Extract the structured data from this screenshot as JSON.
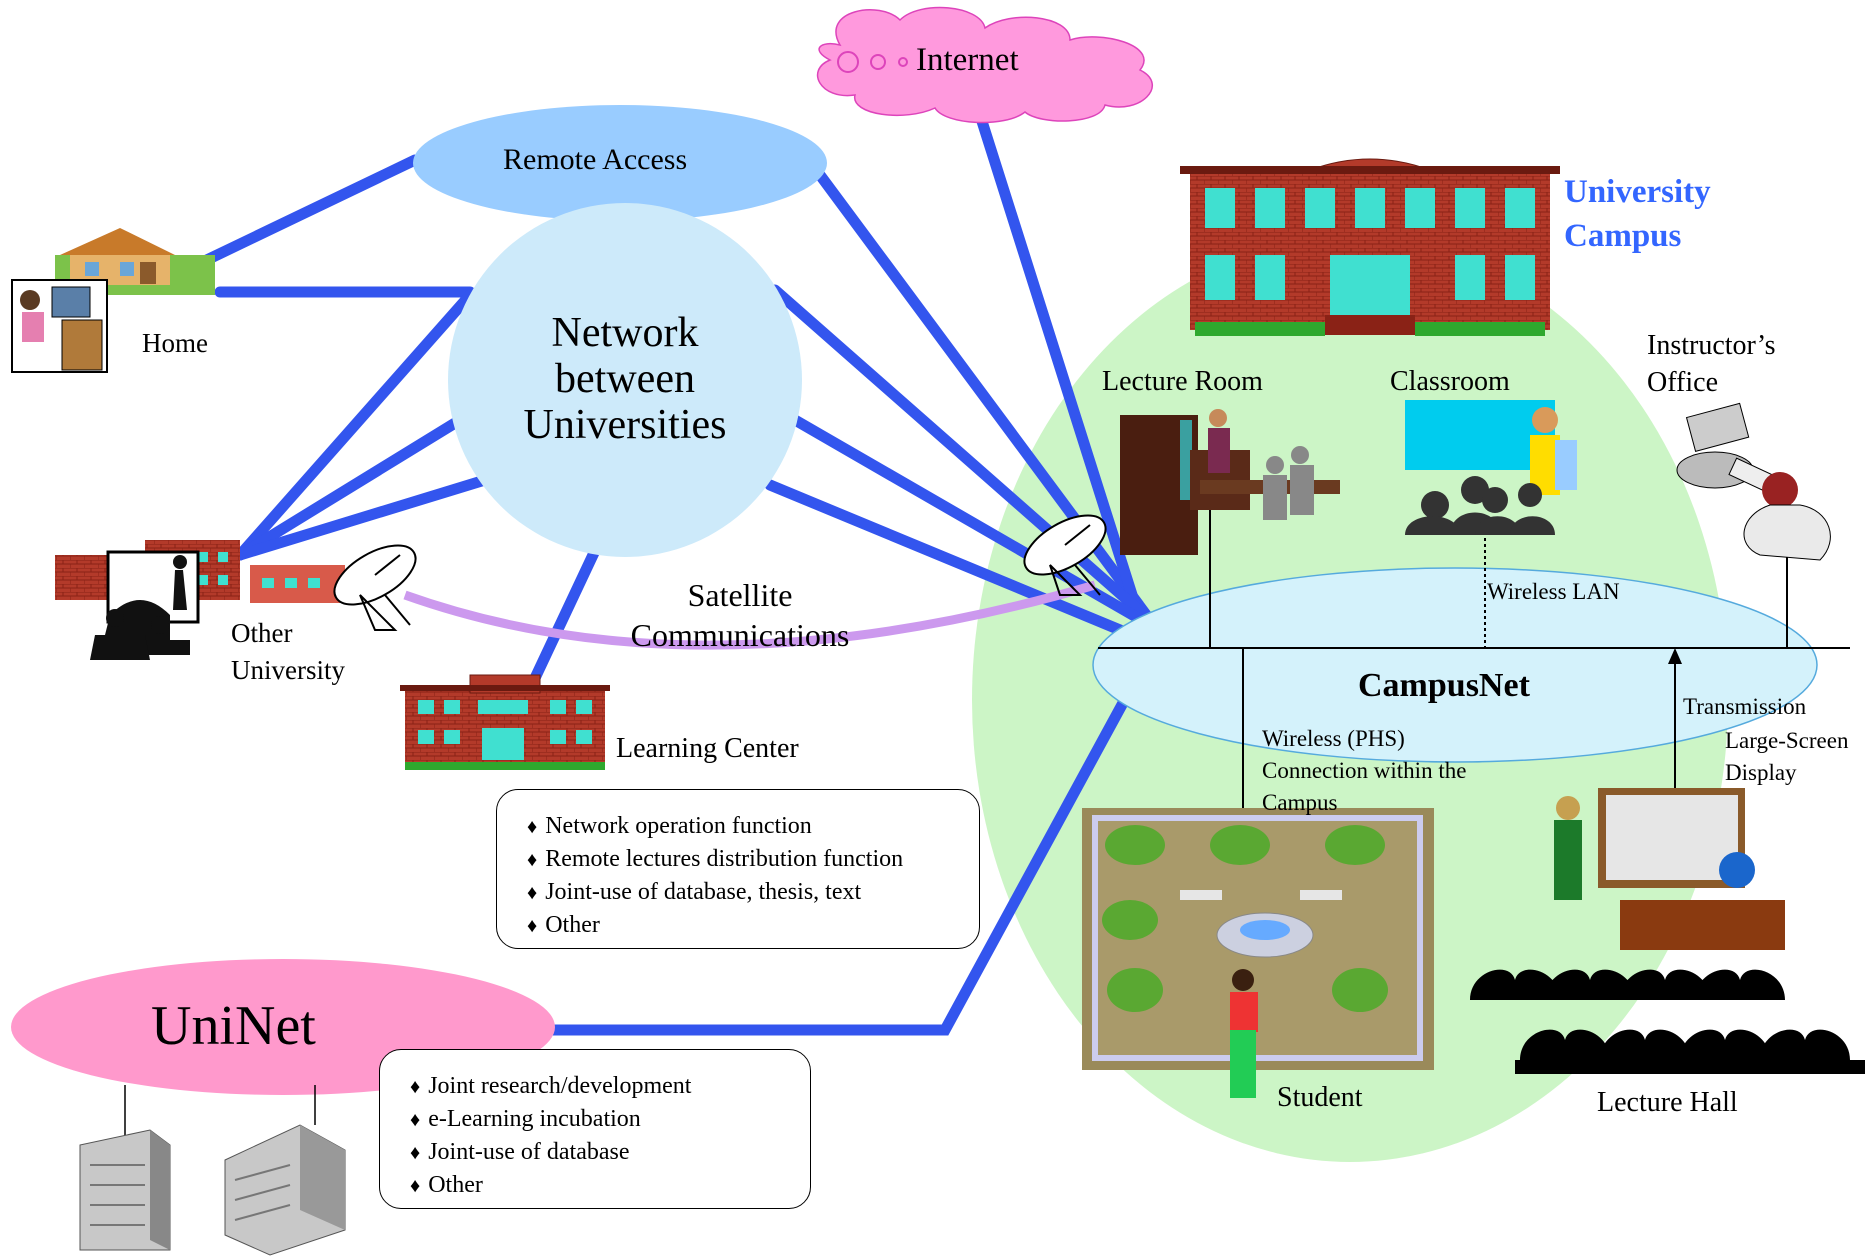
{
  "labels": {
    "internet": "Internet",
    "remote_access": "Remote Access",
    "network_between_universities": [
      "Network",
      "between",
      "Universities"
    ],
    "home": "Home",
    "other_university": [
      "Other",
      "University"
    ],
    "satellite": [
      "Satellite",
      "Communications"
    ],
    "learning_center": "Learning Center",
    "uninet": "UniNet",
    "university_campus": [
      "University",
      "Campus"
    ],
    "lecture_room": "Lecture Room",
    "classroom": "Classroom",
    "instructors_office": [
      "Instructor’s",
      "Office"
    ],
    "wireless_lan": "Wireless LAN",
    "campusnet": "CampusNet",
    "wireless_phs": [
      "Wireless (PHS)",
      "Connection within the",
      "Campus"
    ],
    "transmission": "Transmission",
    "large_screen": [
      "Large-Screen",
      "Display"
    ],
    "student": "Student",
    "lecture_hall": "Lecture Hall"
  },
  "learning_center_functions": [
    "Network operation  function",
    "Remote lectures distribution function",
    "Joint-use of database, thesis, text",
    "Other"
  ],
  "uninet_functions": [
    "Joint research/development",
    "e-Learning  incubation",
    "Joint-use of database",
    "Other"
  ],
  "colors": {
    "link_blue": "#3355ee",
    "campus_green": "#ccf5c6",
    "cloud_pink": "#ff99dd",
    "uninet_pink": "#ff99cc",
    "remote_access_blue": "#99ccff",
    "network_light_blue": "#cdeafa",
    "satellite_purple": "#cc99ee",
    "campus_title_blue": "#3366ff"
  }
}
